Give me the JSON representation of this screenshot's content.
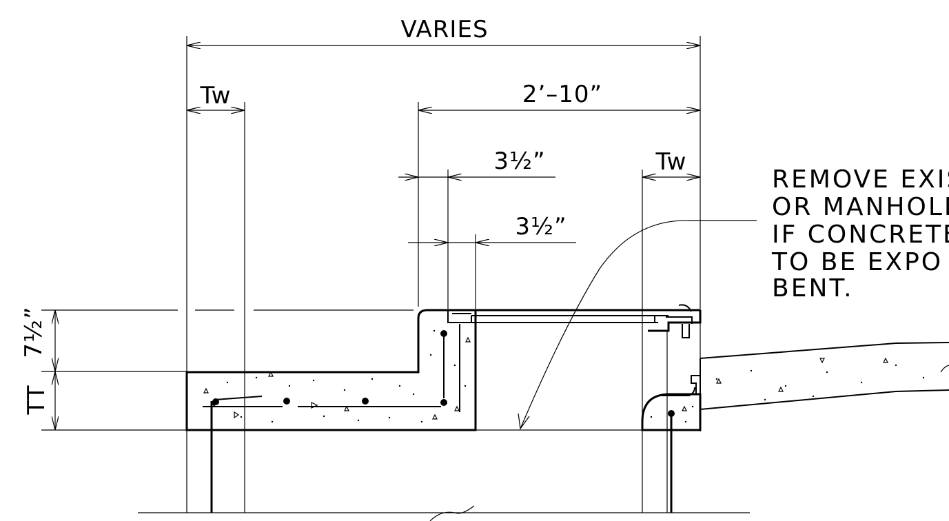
{
  "dimensions": {
    "overall_width": "VARIES",
    "wall_thickness_left": "Tw",
    "wall_thickness_right": "Tw",
    "frame_width": "2’–10”",
    "offset_upper": "3½”",
    "offset_lower": "3½”",
    "slab_step_height": "7½”",
    "top_slab_thickness": "TT"
  },
  "note": {
    "lines": [
      "REMOVE EXIS",
      "OR MANHOLE",
      "IF CONCRETE",
      "TO BE EXPO",
      "BENT."
    ]
  }
}
